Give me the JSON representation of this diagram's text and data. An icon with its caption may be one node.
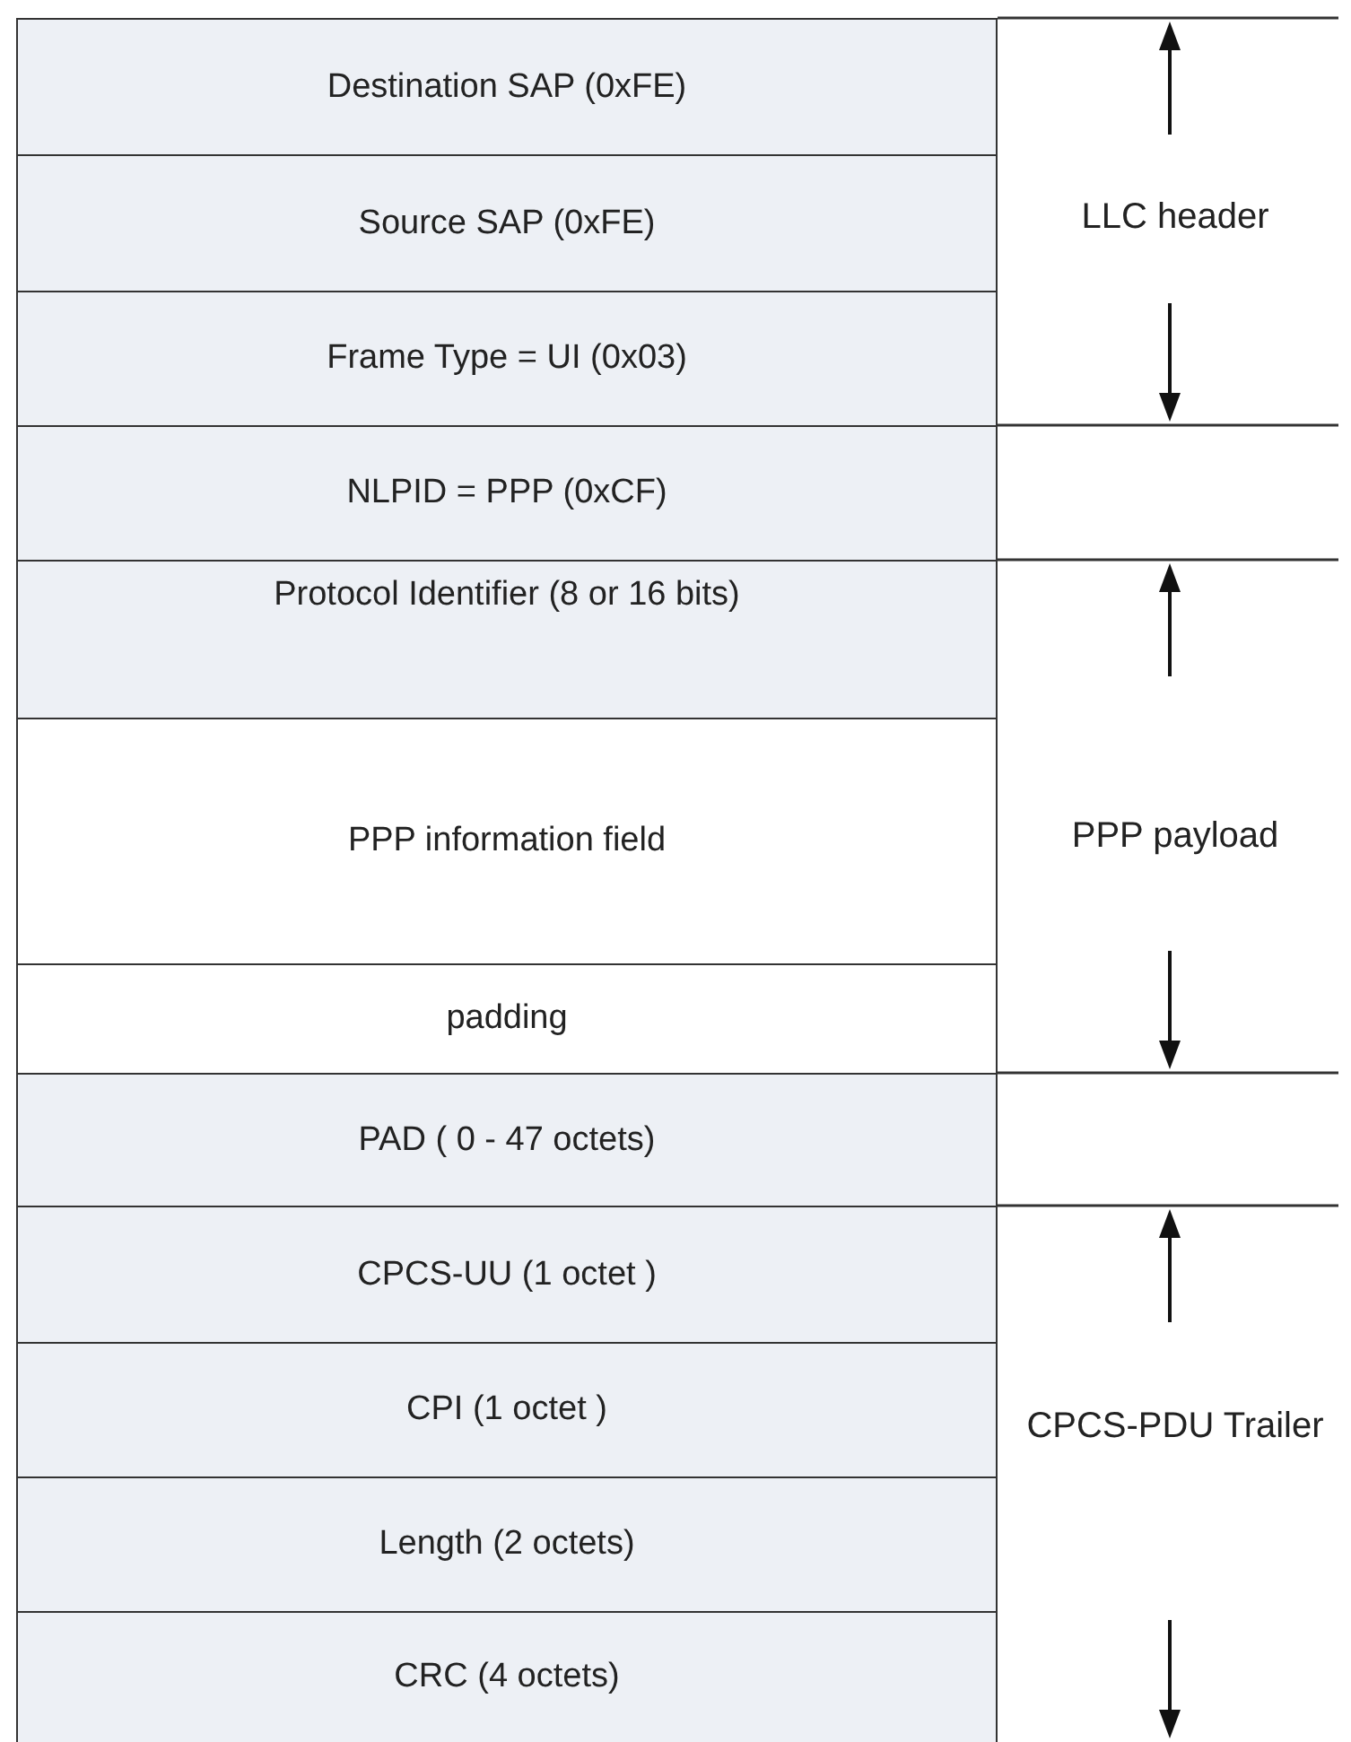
{
  "diagram": {
    "nodes": [
      {
        "text": [
          "Destination SAP (0xFE)"
        ]
      },
      {
        "text": [
          "Source SAP (0xFE)"
        ]
      },
      {
        "text": [
          "Frame Type = UI (0x03)"
        ]
      },
      {
        "text": [
          "NLPID = PPP (0xCF)"
        ]
      },
      {
        "text": [
          "Protocol Identifier (8 or 16 bits)"
        ]
      },
      {
        "text": [
          "PPP information field"
        ]
      },
      {
        "text": [
          "padding"
        ]
      },
      {
        "text": [
          "PAD ( 0 - 47 octets)"
        ]
      },
      {
        "text": [
          "CPCS-UU (1 octet )"
        ]
      },
      {
        "text": [
          "CPI (1 octet )"
        ]
      },
      {
        "text": [
          "Length (2 octets)"
        ]
      },
      {
        "text": [
          "CRC (4 octets)"
        ]
      }
    ],
    "labels": [
      "LLC header",
      "PPP payload",
      "CPCS-PDU Trailer"
    ]
  }
}
